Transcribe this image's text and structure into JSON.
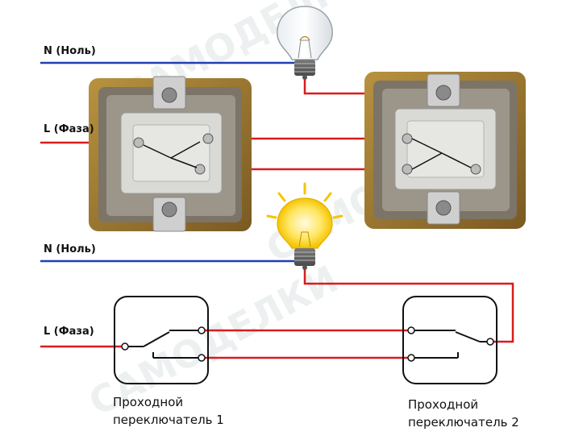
{
  "labels": {
    "neutral_top": "N (Ноль)",
    "phase_top": "L (Фаза)",
    "neutral_bottom": "N (Ноль)",
    "phase_bottom": "L (Фаза)"
  },
  "captions": {
    "switch1_line1": "Проходной",
    "switch1_line2": "переключатель 1",
    "switch2_line1": "Проходной",
    "switch2_line2": "переключатель 2"
  },
  "watermark": "САМОДЕЛКИ",
  "colors": {
    "neutral_wire": "#1f3fb4",
    "phase_wire": "#d91c1c",
    "frame_brown": "#8a6a2a",
    "frame_gold": "#b08a3a",
    "bulb_lit": "#ffe14d",
    "bulb_glow": "#fff3a0"
  },
  "icons": {
    "bulb_top": "light-bulb-off-icon",
    "bulb_bottom": "light-bulb-on-icon"
  }
}
